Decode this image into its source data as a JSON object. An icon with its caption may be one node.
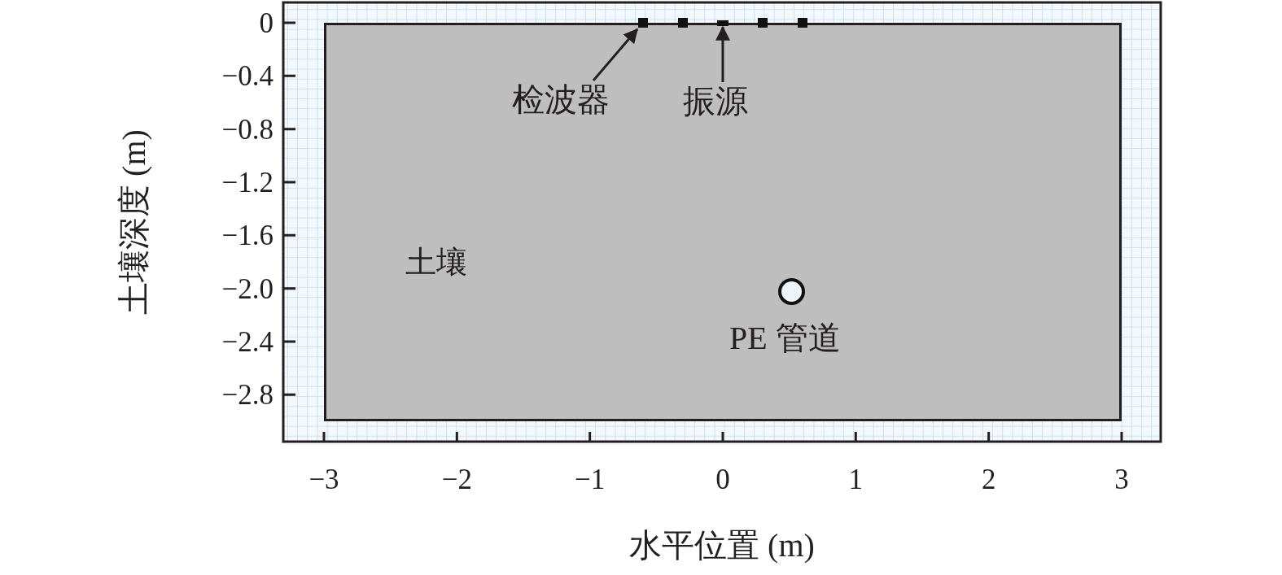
{
  "diagram": {
    "nodes": [
      {
        "text": [
          "土壤"
        ]
      },
      {
        "text": [],
        "shape": "box"
      },
      {
        "text": [],
        "shape": "box"
      },
      {
        "text": [],
        "shape": "bar"
      },
      {
        "text": [],
        "shape": "box"
      },
      {
        "text": [],
        "shape": "box"
      },
      {
        "text": [],
        "shape": "circle",
        "in": 0,
        "beside": [
          "PE 管道"
        ]
      },
      {
        "text": [
          "检波器"
        ],
        "in": 0
      },
      {
        "text": [
          "振源"
        ],
        "in": 0
      }
    ],
    "edges": [
      {
        "from": 7,
        "to": 1,
        "arrow": "to"
      },
      {
        "from": 8,
        "to": 3,
        "arrow": "to"
      }
    ],
    "labels": [
      "0",
      "−0.4",
      "−0.8",
      "−1.2",
      "−1.6",
      "−2.0",
      "−2.4",
      "−2.8",
      "土壤深度 (m)",
      "−3",
      "−2",
      "−1",
      "0",
      "1",
      "2",
      "3",
      "水平位置 (m)"
    ]
  }
}
